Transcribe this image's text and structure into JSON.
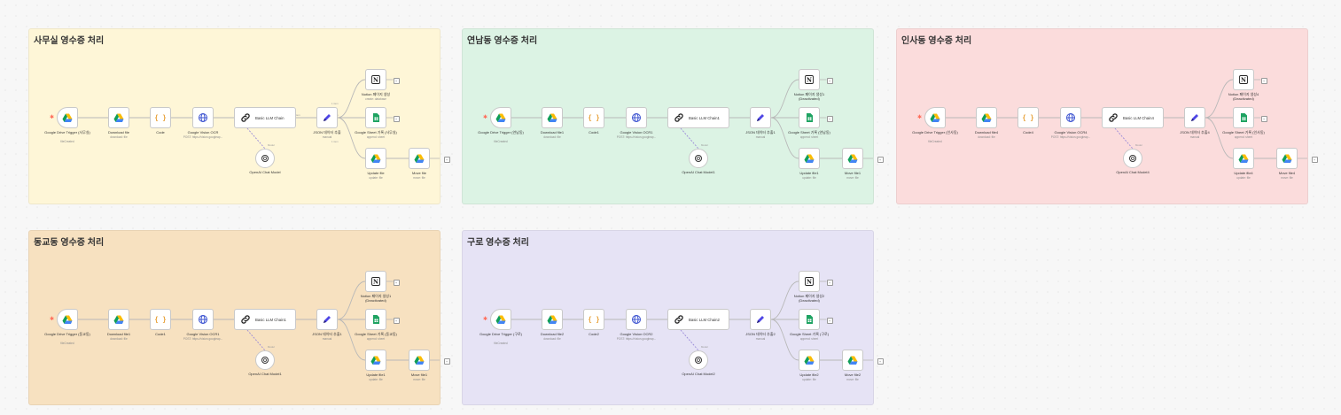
{
  "colors": {
    "drive_blue": "#4285f4",
    "drive_green": "#0f9d58",
    "drive_yellow": "#fbbc04",
    "code_orange": "#e8a33d",
    "http_blue": "#3b52d0",
    "edit_blue": "#4f46e5",
    "sheets_green": "#1ea362",
    "wire": "#b8b8b8",
    "ai_wire": "#9b8bd9"
  },
  "edge_labels": {
    "item": "1 item",
    "model": "Model"
  },
  "groups": [
    {
      "title": "사무실 영수증 처리",
      "color": "#fef6d7",
      "nodes": {
        "trigger": {
          "label": "Google Drive Trigger (사무실)",
          "sub": "fileCreated"
        },
        "download": {
          "label": "Download file",
          "sub": "download: file"
        },
        "code": {
          "label": "Code",
          "sub": ""
        },
        "vision": {
          "label": "Google Vision OCR",
          "sub": "POST: https://vision.googleap..."
        },
        "llm": {
          "label": "Basic LLM Chain",
          "sub": ""
        },
        "json": {
          "label": "JSON 데이터 추출",
          "sub": "manual"
        },
        "notion": {
          "label": "Notion 페이지 생성",
          "sub": "create: database"
        },
        "sheet": {
          "label": "Google Sheet 기록 (사무실)",
          "sub": "append: sheet"
        },
        "update": {
          "label": "Update file",
          "sub": "update: file"
        },
        "move": {
          "label": "Move file",
          "sub": "move: file"
        },
        "model": {
          "label": "OpenAI Chat Model",
          "sub": ""
        }
      }
    },
    {
      "title": "연남동 영수증 처리",
      "color": "#dcf3e4",
      "nodes": {
        "trigger": {
          "label": "Google Drive Trigger (연남동)",
          "sub": "fileCreated"
        },
        "download": {
          "label": "Download file1",
          "sub": "download: file"
        },
        "code": {
          "label": "Code1",
          "sub": ""
        },
        "vision": {
          "label": "Google Vision OCR1",
          "sub": "POST: https://vision.googleap..."
        },
        "llm": {
          "label": "Basic LLM Chain1",
          "sub": ""
        },
        "json": {
          "label": "JSON 데이터 추출1",
          "sub": "manual"
        },
        "notion": {
          "label": "Notion 페이지 생성1 (Deactivated)",
          "sub": ""
        },
        "sheet": {
          "label": "Google Sheet 기록 (연남동)",
          "sub": "append: sheet"
        },
        "update": {
          "label": "Update file1",
          "sub": "update: file"
        },
        "move": {
          "label": "Move file1",
          "sub": "move: file"
        },
        "model": {
          "label": "OpenAI Chat Model1",
          "sub": ""
        }
      }
    },
    {
      "title": "인사동 영수증 처리",
      "color": "#fbdcdc",
      "nodes": {
        "trigger": {
          "label": "Google Drive Trigger (인사동)",
          "sub": "fileCreated"
        },
        "download": {
          "label": "Download file4",
          "sub": "download: file"
        },
        "code": {
          "label": "Code4",
          "sub": ""
        },
        "vision": {
          "label": "Google Vision OCR4",
          "sub": "POST: https://vision.googleap..."
        },
        "llm": {
          "label": "Basic LLM Chain4",
          "sub": ""
        },
        "json": {
          "label": "JSON 데이터 추출4",
          "sub": "manual"
        },
        "notion": {
          "label": "Notion 페이지 생성4 (Deactivated)",
          "sub": ""
        },
        "sheet": {
          "label": "Google Sheet 기록 (인사동)",
          "sub": "append: sheet"
        },
        "update": {
          "label": "Update file4",
          "sub": "update: file"
        },
        "move": {
          "label": "Move file4",
          "sub": "move: file"
        },
        "model": {
          "label": "OpenAI Chat Model4",
          "sub": ""
        }
      }
    },
    {
      "title": "동교동 영수증 처리",
      "color": "#f7e1c0",
      "nodes": {
        "trigger": {
          "label": "Google Drive Trigger (동교동)",
          "sub": "fileCreated"
        },
        "download": {
          "label": "Download file1",
          "sub": "download: file"
        },
        "code": {
          "label": "Code1",
          "sub": ""
        },
        "vision": {
          "label": "Google Vision OCR1",
          "sub": "POST: https://vision.googleap..."
        },
        "llm": {
          "label": "Basic LLM Chain1",
          "sub": ""
        },
        "json": {
          "label": "JSON 데이터 추출1",
          "sub": "manual"
        },
        "notion": {
          "label": "Notion 페이지 생성1 (Deactivated)",
          "sub": ""
        },
        "sheet": {
          "label": "Google Sheet 기록 (동교동)",
          "sub": "append: sheet"
        },
        "update": {
          "label": "Update file1",
          "sub": "update: file"
        },
        "move": {
          "label": "Move file1",
          "sub": "move: file"
        },
        "model": {
          "label": "OpenAI Chat Model1",
          "sub": ""
        }
      }
    },
    {
      "title": "구로 영수증 처리",
      "color": "#e6e3f5",
      "nodes": {
        "trigger": {
          "label": "Google Drive Trigger (구로)",
          "sub": "fileCreated"
        },
        "download": {
          "label": "Download file2",
          "sub": "download: file"
        },
        "code": {
          "label": "Code2",
          "sub": ""
        },
        "vision": {
          "label": "Google Vision OCR2",
          "sub": "POST: https://vision.googleap..."
        },
        "llm": {
          "label": "Basic LLM Chain2",
          "sub": ""
        },
        "json": {
          "label": "JSON 데이터 추출2",
          "sub": "manual"
        },
        "notion": {
          "label": "Notion 페이지 생성2 (Deactivated)",
          "sub": ""
        },
        "sheet": {
          "label": "Google Sheet 기록 (구로)",
          "sub": "append: sheet"
        },
        "update": {
          "label": "Update file2",
          "sub": "update: file"
        },
        "move": {
          "label": "Move file2",
          "sub": "move: file"
        },
        "model": {
          "label": "OpenAI Chat Model2",
          "sub": ""
        }
      }
    }
  ]
}
